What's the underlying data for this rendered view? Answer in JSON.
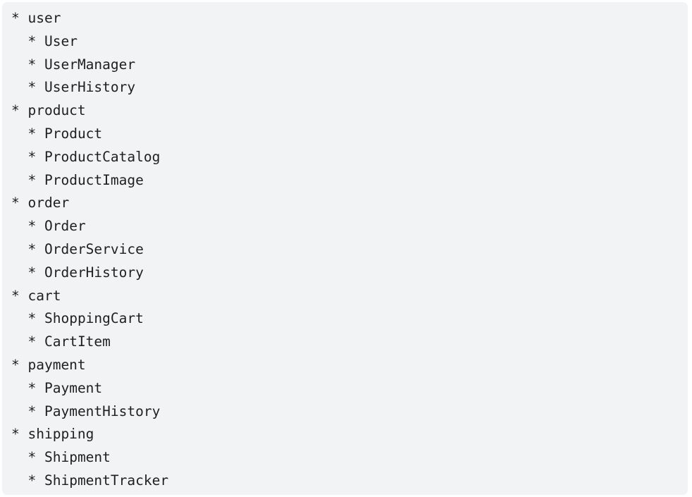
{
  "code_block": {
    "lines": [
      {
        "text": "* user",
        "level": 0
      },
      {
        "text": "* User",
        "level": 1
      },
      {
        "text": "* UserManager",
        "level": 1
      },
      {
        "text": "* UserHistory",
        "level": 1
      },
      {
        "text": "* product",
        "level": 0
      },
      {
        "text": "* Product",
        "level": 1
      },
      {
        "text": "* ProductCatalog",
        "level": 1
      },
      {
        "text": "* ProductImage",
        "level": 1
      },
      {
        "text": "* order",
        "level": 0
      },
      {
        "text": "* Order",
        "level": 1
      },
      {
        "text": "* OrderService",
        "level": 1
      },
      {
        "text": "* OrderHistory",
        "level": 1
      },
      {
        "text": "* cart",
        "level": 0
      },
      {
        "text": "* ShoppingCart",
        "level": 1
      },
      {
        "text": "* CartItem",
        "level": 1
      },
      {
        "text": "* payment",
        "level": 0
      },
      {
        "text": "* Payment",
        "level": 1
      },
      {
        "text": "* PaymentHistory",
        "level": 1
      },
      {
        "text": "* shipping",
        "level": 0
      },
      {
        "text": "* Shipment",
        "level": 1
      },
      {
        "text": "* ShipmentTracker",
        "level": 1
      }
    ]
  },
  "colors": {
    "background": "#f2f3f5",
    "text": "#1f1f1f"
  }
}
